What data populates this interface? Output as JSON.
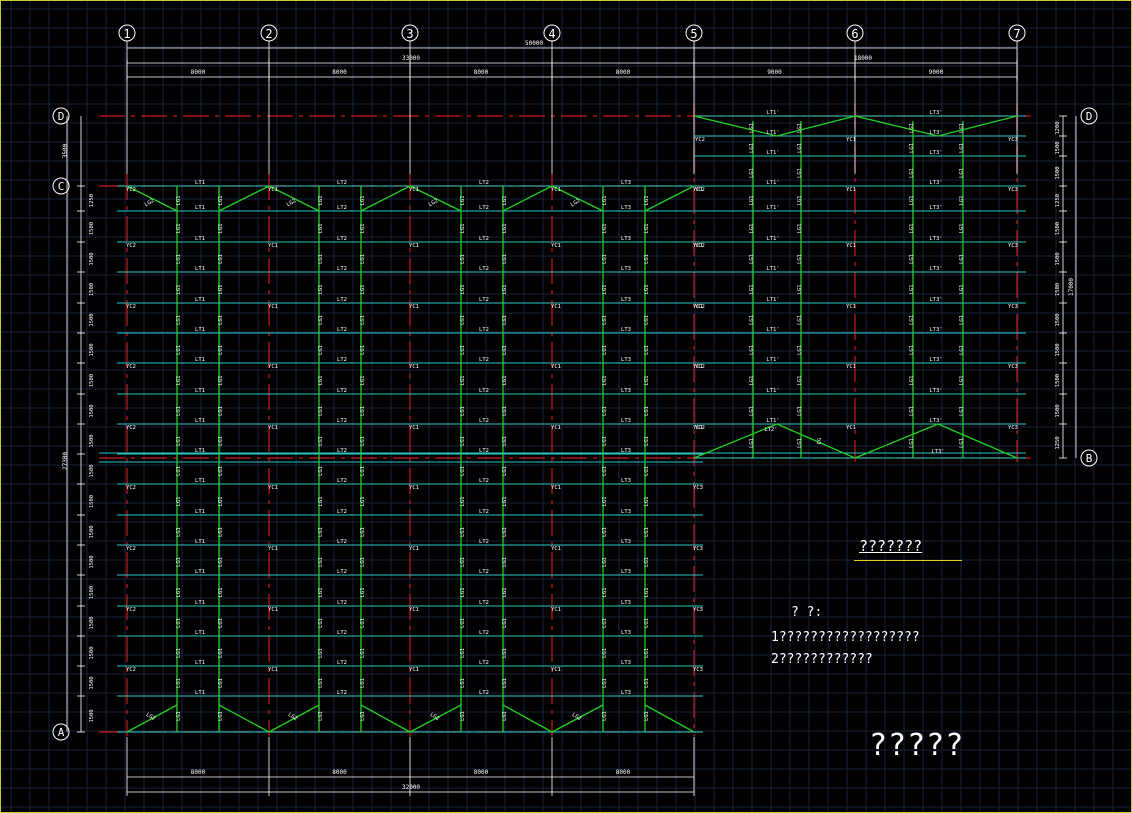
{
  "drawing": {
    "colors": {
      "background": "#000000",
      "grid": "#17233a",
      "axis_line": "#d01818",
      "purlin": "#2cc6c6",
      "brace": "#22d022",
      "dimension": "#ffffff",
      "text": "#ffffff",
      "frame": "#c8c832"
    },
    "column_axes": [
      "1",
      "2",
      "3",
      "4",
      "5",
      "6",
      "7"
    ],
    "row_axes": [
      "D",
      "C",
      "B",
      "A"
    ],
    "top_dimensions": {
      "total": "50000",
      "left_group": "33000",
      "right_group": "18000",
      "spans": [
        "8000",
        "8000",
        "8000",
        "8000",
        "9000",
        "9000"
      ]
    },
    "bottom_dimensions": {
      "total": "32000",
      "spans": [
        "8000",
        "8000",
        "8000",
        "8000"
      ]
    },
    "left_dimensions": {
      "total": "27300",
      "top_gap": "3500",
      "spacings": [
        "1250",
        "1500",
        "1500",
        "1500",
        "1500",
        "1500",
        "1500",
        "1500",
        "1500",
        "1500",
        "1500",
        "1500",
        "1500",
        "1500",
        "1500",
        "1500",
        "1500",
        "1500",
        "1250"
      ]
    },
    "right_dimensions": {
      "total": "17000",
      "spacings": [
        "1200",
        "1500",
        "1500",
        "1250",
        "1500",
        "1500",
        "1500",
        "1500",
        "1500",
        "1500",
        "1500",
        "1250"
      ]
    },
    "member_labels": {
      "tie_1": "LT1",
      "tie_2": "LT2",
      "tie_3": "LT3",
      "tie_1p": "LT1'",
      "tie_2p": "LT2'",
      "tie_3p": "LT3'",
      "purlin_brace": "LG1",
      "diag_brace": "LG2",
      "brace_c": "CG",
      "post_1": "YC1",
      "post_2": "YC2",
      "post_3": "YC3"
    }
  },
  "notes": {
    "title": "???????",
    "heading": "?   ?:",
    "line1": "1??????????????????",
    "line2": "2????????????"
  },
  "drawing_title": "?????"
}
